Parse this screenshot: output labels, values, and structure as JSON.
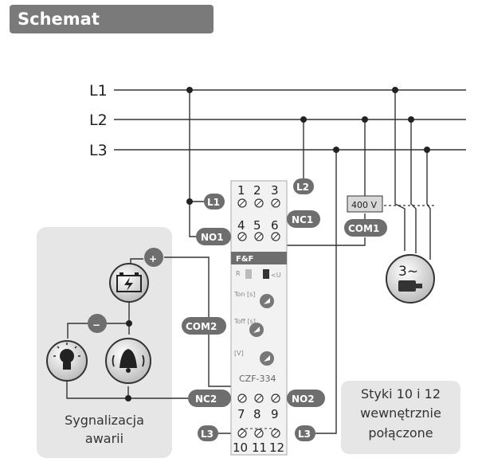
{
  "header": {
    "title": "Schemat podłączenia"
  },
  "buses": {
    "l1": "L1",
    "l2": "L2",
    "l3": "L3"
  },
  "pills": {
    "l1": "L1",
    "l2": "L2",
    "nc1": "NC1",
    "no1": "NO1",
    "com1": "COM1",
    "com2": "COM2",
    "nc2": "NC2",
    "no2": "NO2",
    "l3_left": "L3",
    "l3_right": "L3",
    "plus": "+",
    "minus": "−"
  },
  "terminals": {
    "top_row": [
      "1",
      "2",
      "3"
    ],
    "mid_row": [
      "4",
      "5",
      "6"
    ],
    "bot_row": [
      "7",
      "8",
      "9"
    ],
    "base_row": [
      "10",
      "11",
      "12"
    ]
  },
  "device": {
    "brand": "F&F",
    "model": "CZF-334",
    "r_label": "R",
    "u_label": "<U",
    "ton_label": "Ton [s]",
    "toff_label": "Toff [s]",
    "v_label": "[V]"
  },
  "transformer": {
    "voltage": "400 V"
  },
  "motor": {
    "label": "3~"
  },
  "alarm_group": {
    "line1": "Sygnalizacja",
    "line2": "awarii"
  },
  "note": {
    "line1": "Styki 10 i 12",
    "line2": "wewnętrznie",
    "line3": "połączone"
  },
  "colors": {
    "pill": "#6e6e6e",
    "wire": "#333333",
    "panel": "#e6e6e6",
    "title_bg": "#7a7a7a"
  },
  "icons": [
    "battery-icon",
    "bulb-icon",
    "bell-icon",
    "motor-icon"
  ]
}
